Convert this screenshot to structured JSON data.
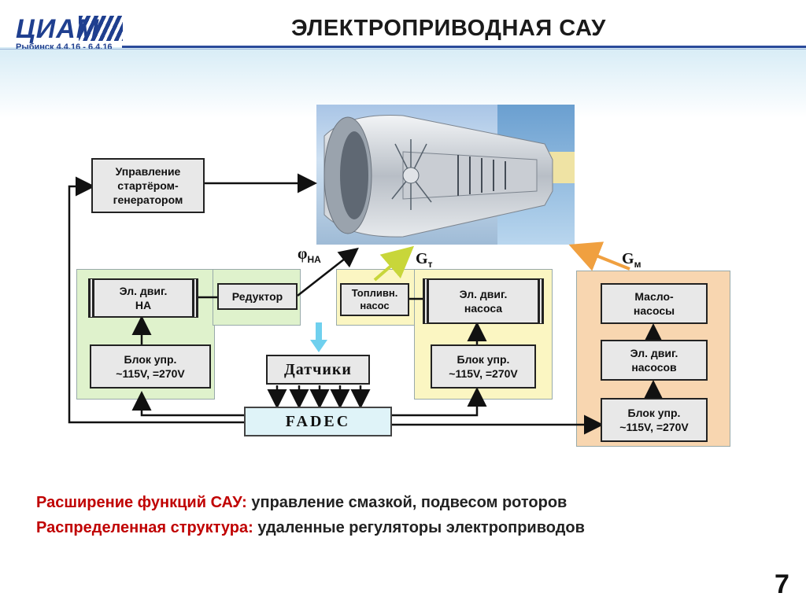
{
  "header": {
    "logo_text": "ЦИАМ",
    "logo_subtitle": "Рыбинск 4.4.16 - 6.4.16",
    "title": "ЭЛЕКТРОПРИВОДНАЯ САУ"
  },
  "diagram": {
    "starter_control": "Управление\nстартёром-\nгенератором",
    "na_motor": "Эл. двиг.\nНА",
    "na_control_unit": "Блок упр.\n~115V, =270V",
    "reducer": "Редуктор",
    "fuel_pump": "Топливн.\nнасос",
    "pump_motor": "Эл. двиг.\nнасоса",
    "pump_control_unit": "Блок упр.\n~115V, =270V",
    "oil_pumps": "Масло-\nнасосы",
    "oil_pump_motor": "Эл. двиг.\nнасосов",
    "oil_control_unit": "Блок упр.\n~115V, =270V",
    "sensors": "Датчики",
    "fadec": "FADEC",
    "phi_symbol": "φ",
    "phi_sub": "НА",
    "gt_symbol": "G",
    "gt_sub": "т",
    "gm_symbol": "G",
    "gm_sub": "м",
    "colors": {
      "green_zone": "#dff2cc",
      "yellow_zone": "#fbf6c2",
      "orange_zone": "#f8d6b0",
      "fadec_fill": "#dff3f8",
      "arrow_yellow": "#c8d63a",
      "arrow_orange": "#f0a040",
      "arrow_cyan": "#6fd0ee"
    }
  },
  "captions": [
    {
      "lead": "Расширение функций САУ:",
      "rest": " управление смазкой, подвесом роторов"
    },
    {
      "lead": "Распределенная структура:",
      "rest": " удаленные регуляторы электроприводов"
    }
  ],
  "page_number": "7"
}
